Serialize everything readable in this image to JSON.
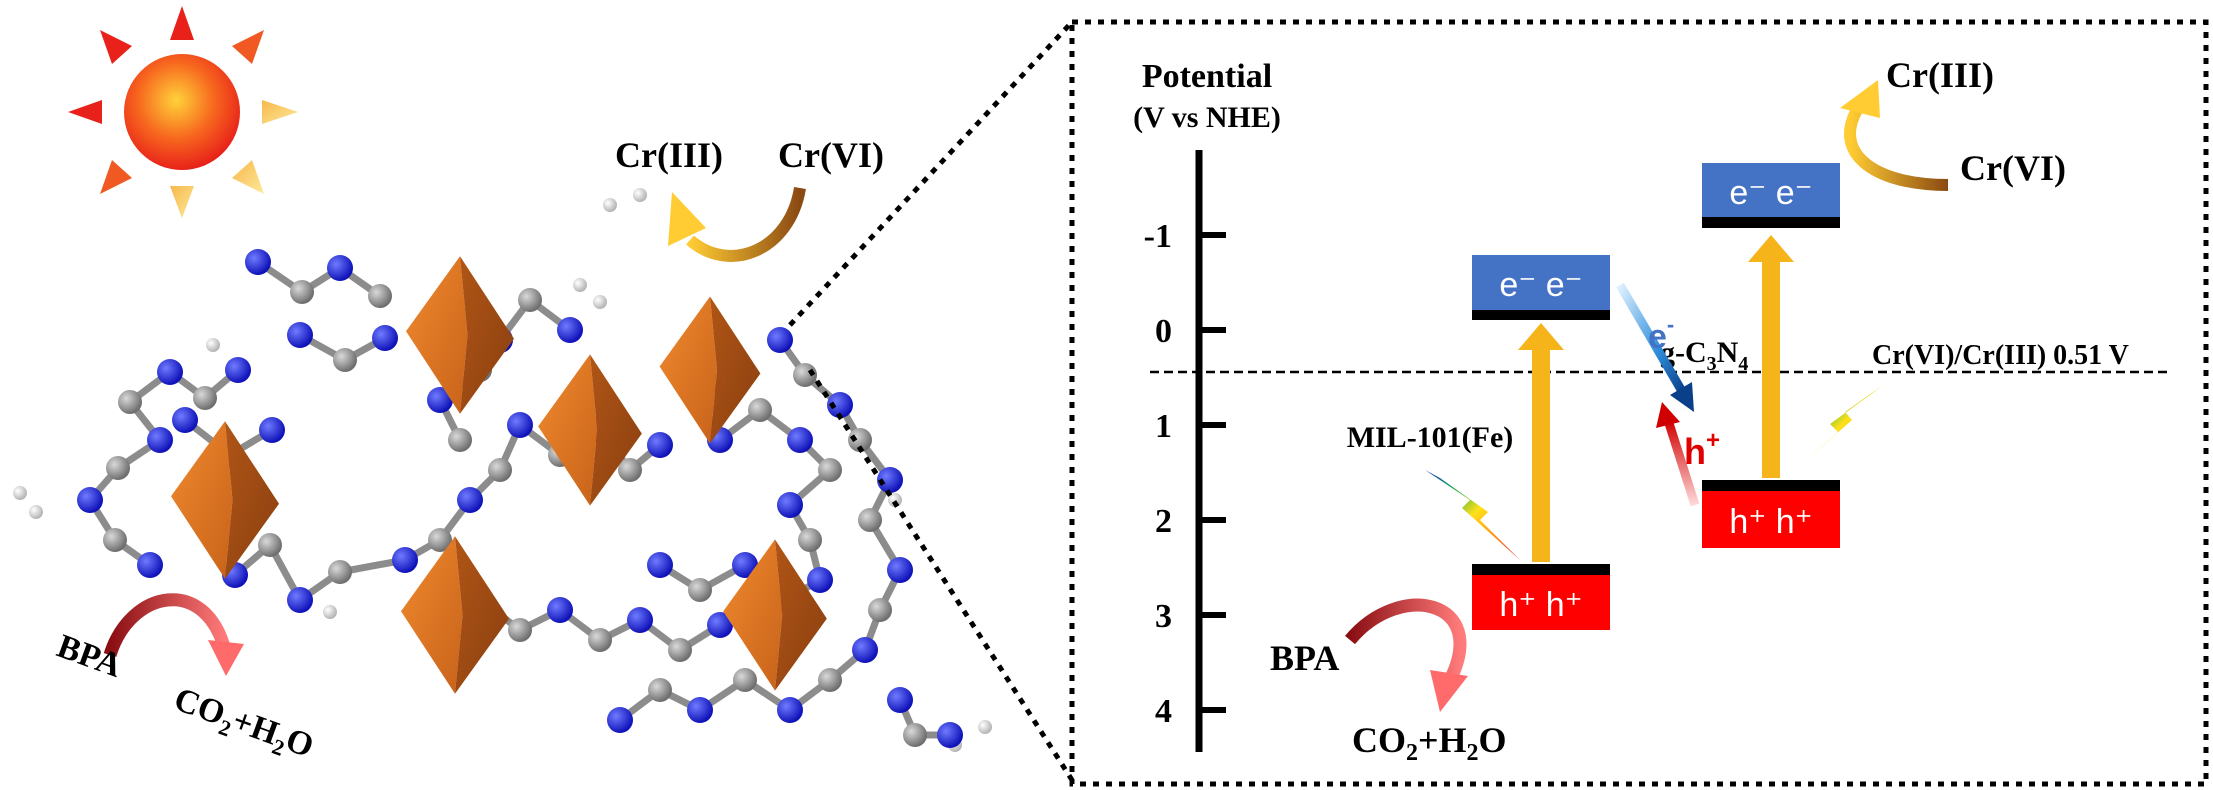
{
  "left_panel": {
    "cr_iii": "Cr(III)",
    "cr_vi": "Cr(VI)",
    "bpa": "BPA",
    "co2": "CO",
    "co2_sub": "2",
    "co2_plus": "+H",
    "h2o_sub": "2",
    "h2o_o": "O"
  },
  "right_panel": {
    "axis_title": "Potential",
    "axis_unit": "(V vs NHE)",
    "ticks": [
      {
        "label": "-1",
        "value": -1
      },
      {
        "label": "0",
        "value": 0
      },
      {
        "label": "1",
        "value": 1
      },
      {
        "label": "2",
        "value": 2
      },
      {
        "label": "3",
        "value": 3
      },
      {
        "label": "4",
        "value": 4
      }
    ],
    "mil_label": "MIL-101(Fe)",
    "gcn_label_g": "g-C",
    "gcn_sub3": "3",
    "gcn_n": "N",
    "gcn_sub4": "4",
    "redox_label": "Cr(VI)/Cr(III) 0.51 V",
    "electron_label": "e",
    "electron_sup": "-",
    "hole_label": "h",
    "hole_sup": "+",
    "mil_cb": "e⁻ e⁻",
    "mil_vb": "h⁺ h⁺",
    "gcn_cb": "e⁻ e⁻",
    "gcn_vb": "h⁺ h⁺",
    "cr_iii": "Cr(III)",
    "cr_vi": "Cr(VI)",
    "bpa": "BPA",
    "co2": "CO",
    "co2_sub": "2",
    "co2_plus": "+H",
    "h2o_sub": "2",
    "h2o_o": "O"
  },
  "colors": {
    "cb_band": "#4472c4",
    "vb_band": "#ff0000",
    "arrow": "#f5b41a",
    "octahedron": "#e07a24",
    "nitrogen": "#1a1ad6",
    "carbon": "#8c8c8c",
    "hydrogen": "#e6e6e6"
  }
}
